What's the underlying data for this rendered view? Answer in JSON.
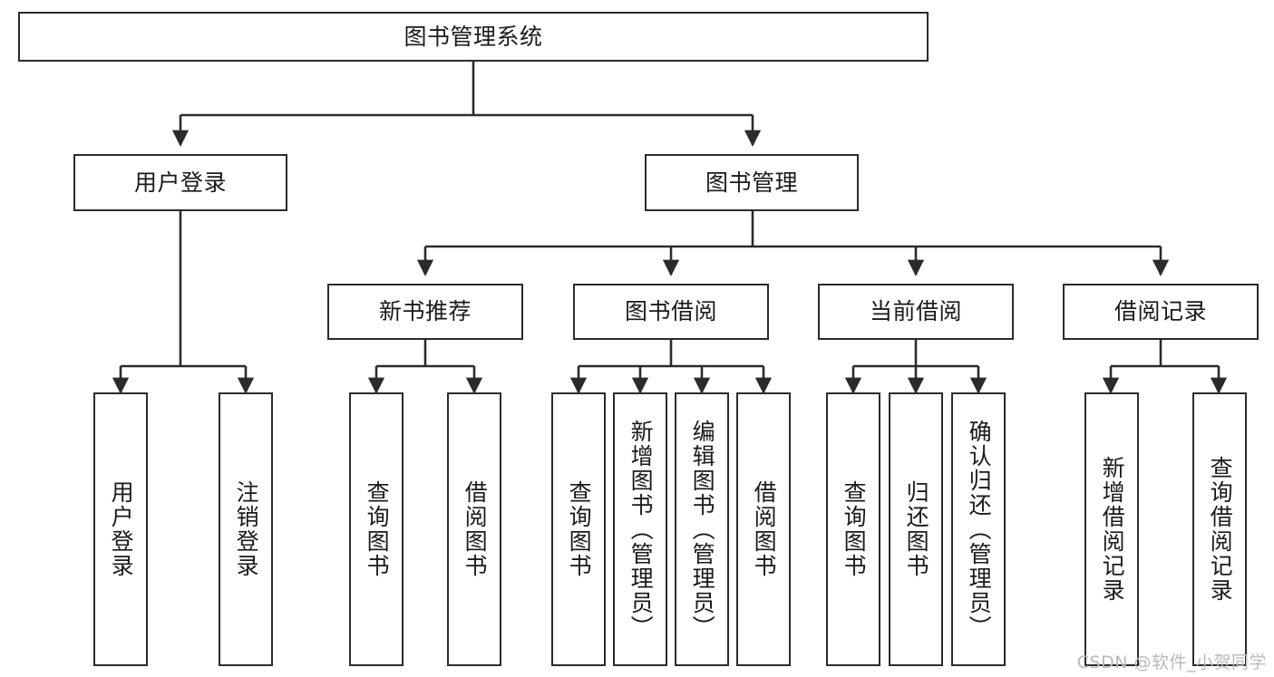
{
  "diagram": {
    "title": "图书管理系统",
    "watermark": "CSDN @软件_小贺同学",
    "colors": {
      "stroke": "#2b2b2b",
      "fill": "#ffffff",
      "text": "#1a1a1a",
      "watermark": "#b9b9b9"
    },
    "nodes": {
      "root": {
        "label": "图书管理系统"
      },
      "level2": [
        {
          "id": "user-login",
          "label": "用户登录"
        },
        {
          "id": "book-manage",
          "label": "图书管理"
        }
      ],
      "level3": [
        {
          "id": "new-book-recommend",
          "label": "新书推荐"
        },
        {
          "id": "book-borrow",
          "label": "图书借阅"
        },
        {
          "id": "current-borrow",
          "label": "当前借阅"
        },
        {
          "id": "borrow-record",
          "label": "借阅记录"
        }
      ],
      "leaves": [
        {
          "id": "leaf-user-login",
          "label": "用户登录"
        },
        {
          "id": "leaf-logout-login",
          "label": "注销登录"
        },
        {
          "id": "leaf-query-book-1",
          "label": "查询图书"
        },
        {
          "id": "leaf-borrow-book-1",
          "label": "借阅图书"
        },
        {
          "id": "leaf-query-book-2",
          "label": "查询图书"
        },
        {
          "id": "leaf-add-book-admin",
          "label": "新增图书（管理员）"
        },
        {
          "id": "leaf-edit-book-admin",
          "label": "编辑图书（管理员）"
        },
        {
          "id": "leaf-borrow-book-2",
          "label": "借阅图书"
        },
        {
          "id": "leaf-query-book-3",
          "label": "查询图书"
        },
        {
          "id": "leaf-return-book",
          "label": "归还图书"
        },
        {
          "id": "leaf-confirm-return-admin",
          "label": "确认归还（管理员）"
        },
        {
          "id": "leaf-add-borrow-record",
          "label": "新增借阅记录"
        },
        {
          "id": "leaf-query-borrow-record",
          "label": "查询借阅记录"
        }
      ]
    }
  }
}
